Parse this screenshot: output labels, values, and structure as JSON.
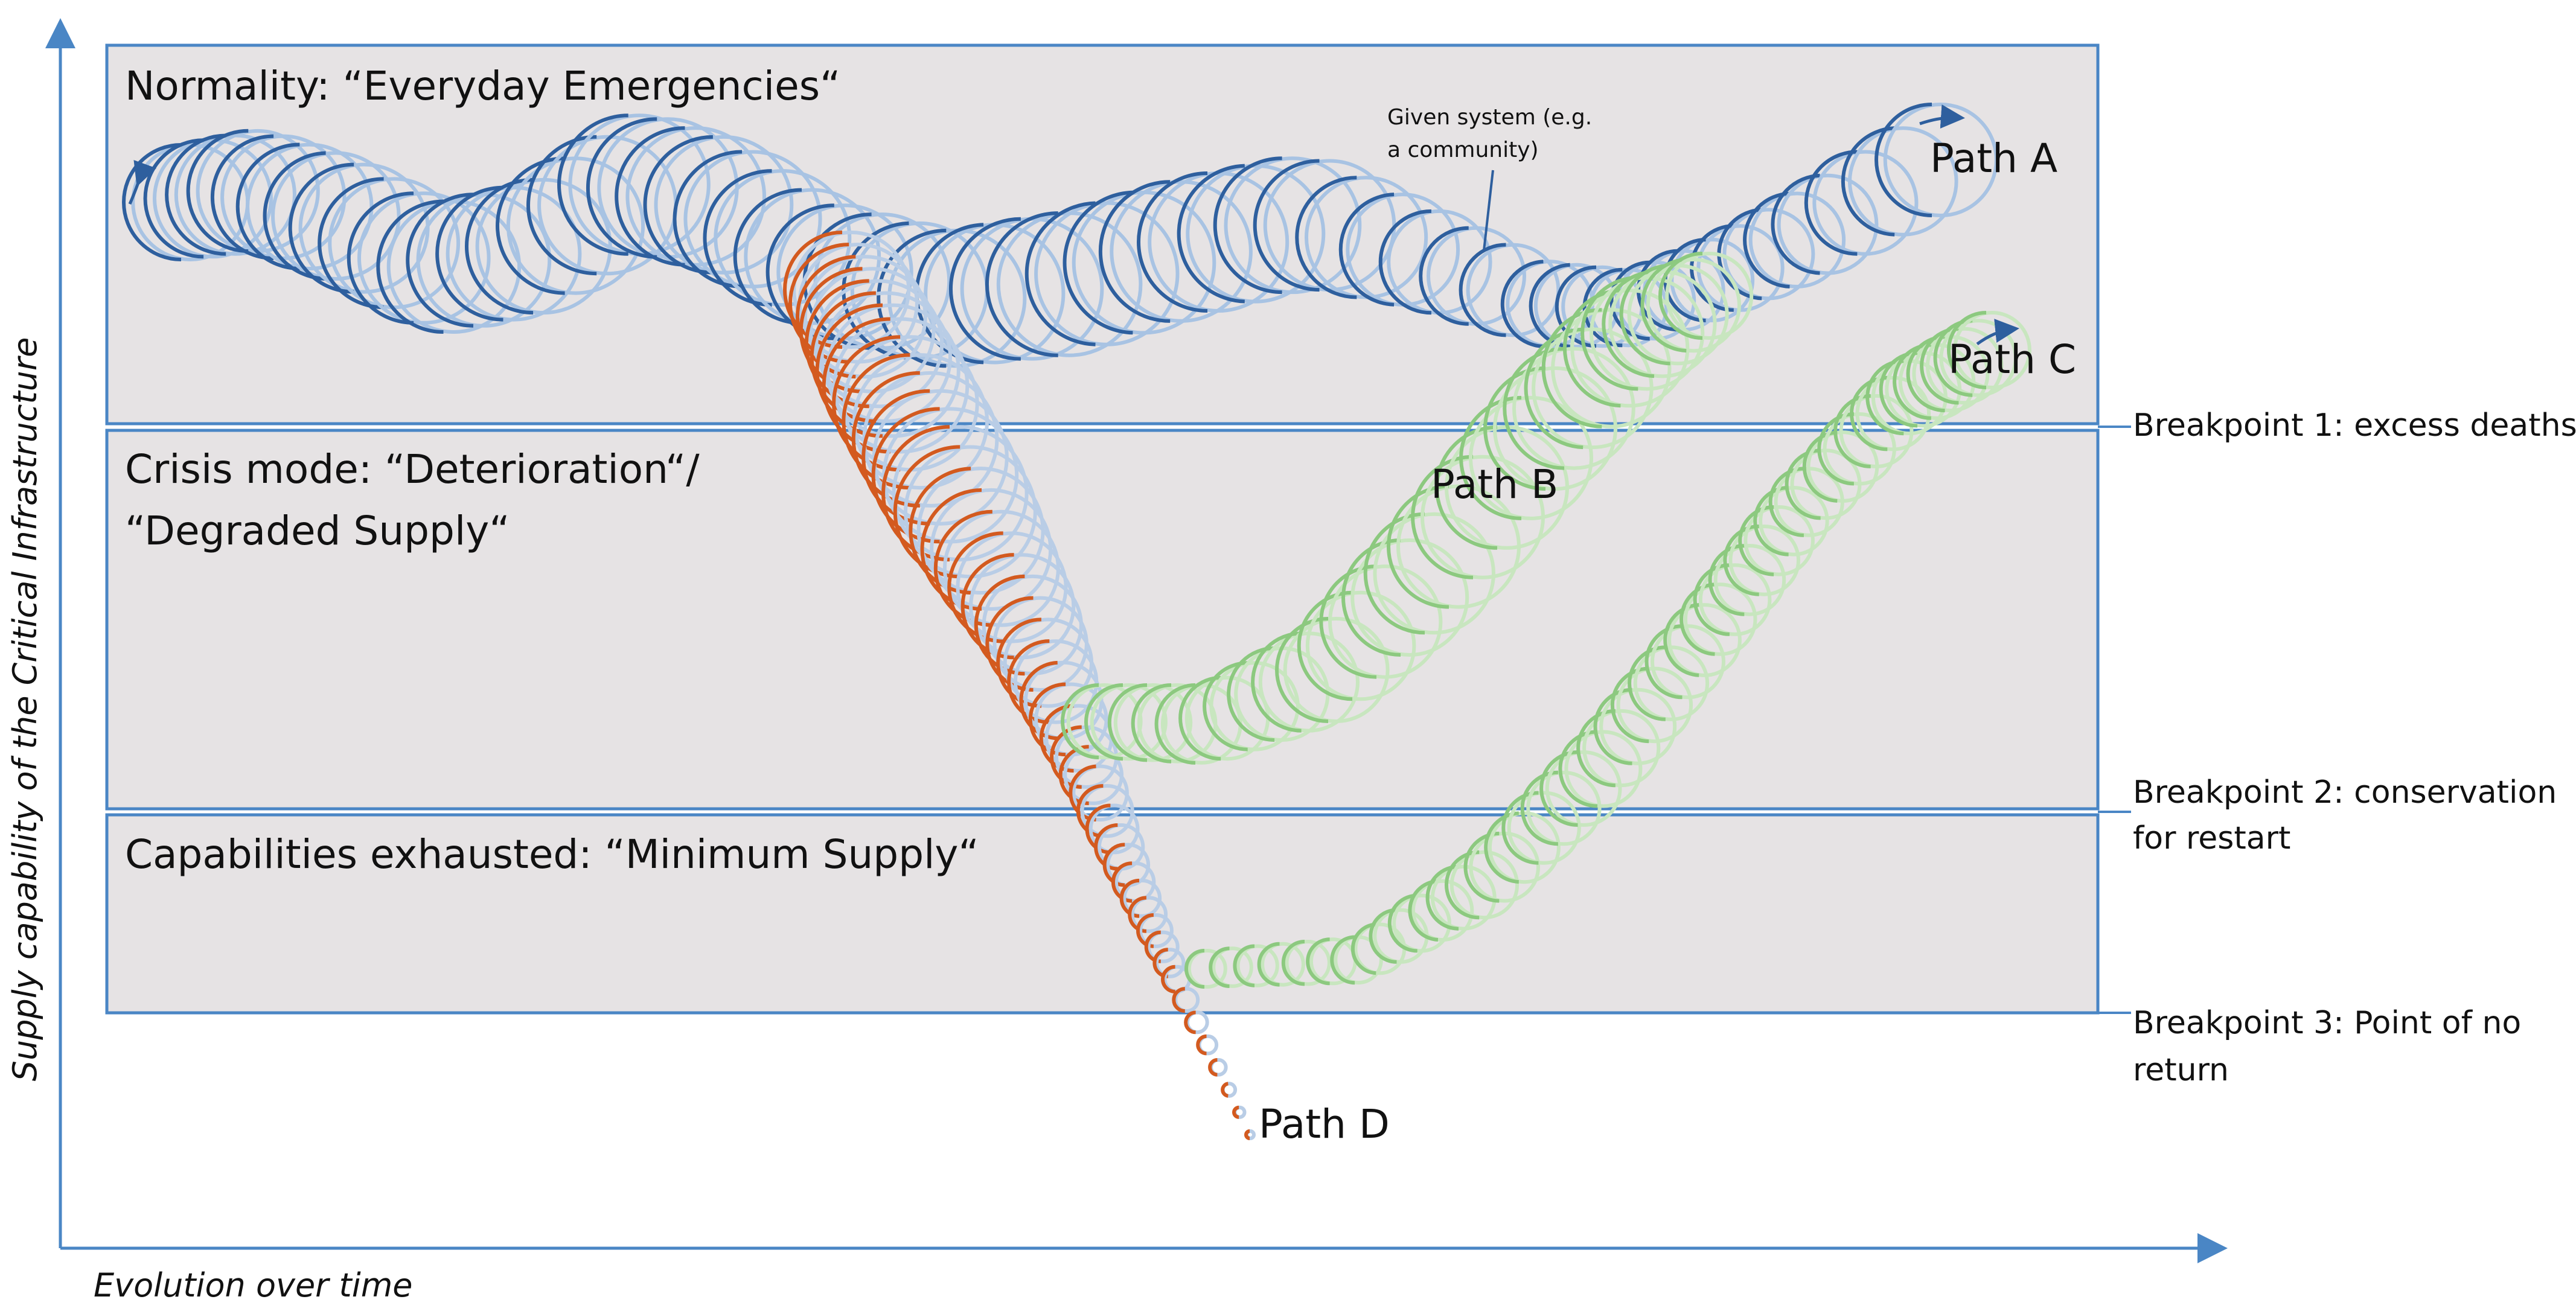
{
  "axes": {
    "y_title": "Supply capability of the Critical Infrastructure",
    "x_title": "Evolution over time"
  },
  "zones": {
    "normality": "Normality: “Everyday Emergencies“",
    "crisis_line1": "Crisis mode: “Deterioration“/",
    "crisis_line2": "“Degraded Supply“",
    "exhausted": "Capabilities exhausted: “Minimum Supply“"
  },
  "breakpoints": {
    "bp1": "Breakpoint 1: excess deaths",
    "bp2_line1": "Breakpoint 2: conservation",
    "bp2_line2": "for restart",
    "bp3_line1": "Breakpoint 3: Point of no",
    "bp3_line2": "return"
  },
  "callout": {
    "line1": "Given system (e.g.",
    "line2": "a community)"
  },
  "paths": {
    "a": "Path A",
    "b": "Path B",
    "c": "Path C",
    "d": "Path D"
  },
  "colors": {
    "frame": "#4a86c5",
    "zone_fill": "#e6e3e4",
    "path_a": "#2e5f9e",
    "path_a_light": "#a8c3e3",
    "path_bc": "#8cc97f",
    "path_bc_light": "#c8e6bf",
    "path_d": "#d35a1f",
    "path_d_light": "#b9cde6"
  }
}
